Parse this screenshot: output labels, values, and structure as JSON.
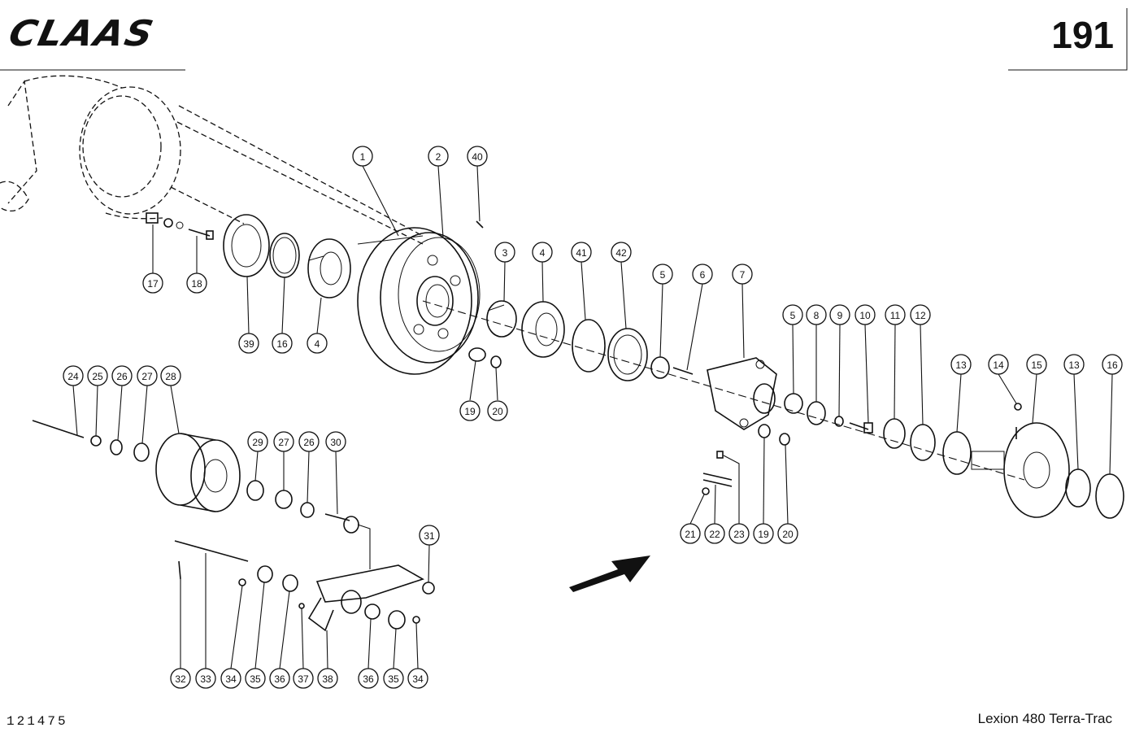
{
  "header": {
    "brand": "CLAAS",
    "page_number": "191"
  },
  "footer": {
    "doc_number": "121475",
    "model": "Lexion 480 Terra-Trac"
  },
  "callouts": [
    {
      "label": "1"
    },
    {
      "label": "2"
    },
    {
      "label": "40"
    },
    {
      "label": "17"
    },
    {
      "label": "18"
    },
    {
      "label": "39"
    },
    {
      "label": "16"
    },
    {
      "label": "4"
    },
    {
      "label": "3"
    },
    {
      "label": "4"
    },
    {
      "label": "41"
    },
    {
      "label": "42"
    },
    {
      "label": "19"
    },
    {
      "label": "20"
    },
    {
      "label": "5"
    },
    {
      "label": "6"
    },
    {
      "label": "7"
    },
    {
      "label": "5"
    },
    {
      "label": "8"
    },
    {
      "label": "9"
    },
    {
      "label": "10"
    },
    {
      "label": "11"
    },
    {
      "label": "12"
    },
    {
      "label": "13"
    },
    {
      "label": "14"
    },
    {
      "label": "15"
    },
    {
      "label": "13"
    },
    {
      "label": "16"
    },
    {
      "label": "24"
    },
    {
      "label": "25"
    },
    {
      "label": "26"
    },
    {
      "label": "27"
    },
    {
      "label": "28"
    },
    {
      "label": "29"
    },
    {
      "label": "27"
    },
    {
      "label": "26"
    },
    {
      "label": "30"
    },
    {
      "label": "31"
    },
    {
      "label": "21"
    },
    {
      "label": "22"
    },
    {
      "label": "23"
    },
    {
      "label": "19"
    },
    {
      "label": "20"
    },
    {
      "label": "32"
    },
    {
      "label": "33"
    },
    {
      "label": "34"
    },
    {
      "label": "35"
    },
    {
      "label": "36"
    },
    {
      "label": "37"
    },
    {
      "label": "38"
    },
    {
      "label": "36"
    },
    {
      "label": "35"
    },
    {
      "label": "34"
    }
  ]
}
